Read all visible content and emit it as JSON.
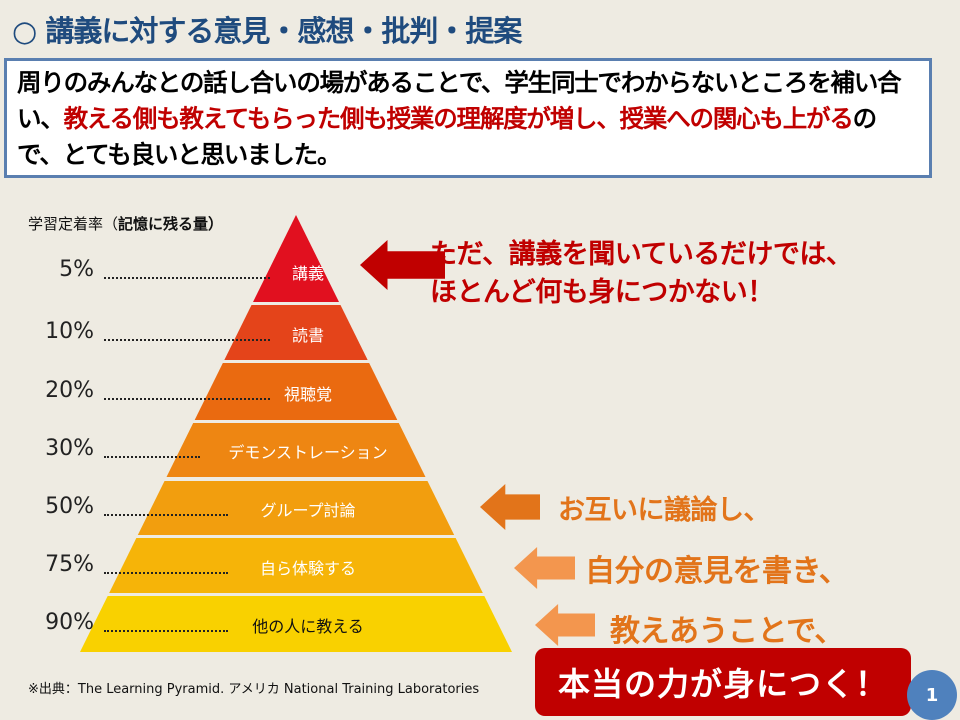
{
  "title": "○ 講義に対する意見・感想・批判・提案",
  "comment": {
    "part1": "周りのみんなとの話し合いの場があることで、学生同士でわからないところを補い合い、",
    "part2": "教える側も教えてもらった側も授業の理解度が増し、授業への関心も上がる",
    "part3": "ので、とても良いと思いました。"
  },
  "pyramid": {
    "axis_label": "学習定着率（",
    "axis_label_bold": "記憶に残る量）",
    "layers": [
      {
        "label": "講義",
        "percent": "5%",
        "color": "#e1101f"
      },
      {
        "label": "読書",
        "percent": "10%",
        "color": "#e4441a"
      },
      {
        "label": "視聴覚",
        "percent": "20%",
        "color": "#ea6a10"
      },
      {
        "label": "デモンストレーション",
        "percent": "30%",
        "color": "#ee8612"
      },
      {
        "label": "グループ討論",
        "percent": "50%",
        "color": "#f29e0e"
      },
      {
        "label": "自ら体験する",
        "percent": "75%",
        "color": "#f6b408"
      },
      {
        "label": "他の人に教える",
        "percent": "90%",
        "color": "#f9d100"
      }
    ],
    "source": "※出典：The Learning Pyramid. アメリカ National Training Laboratories"
  },
  "messages": {
    "lecture_line1": "ただ、講義を聞いているだけでは、",
    "lecture_line2": "ほとんど何も身につかない！",
    "discuss": "お互いに議論し、",
    "write": "自分の意見を書き、",
    "teach": "教えあうことで、",
    "final": "本当の力が身につく！"
  },
  "page_number": "1"
}
